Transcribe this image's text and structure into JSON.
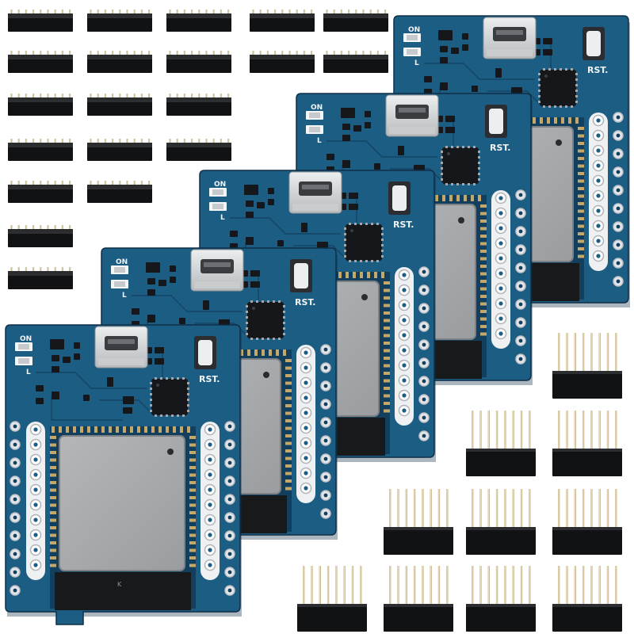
{
  "board": {
    "power_led_label": "ON",
    "user_led_label": "L",
    "reset_label": "RST.",
    "antenna_mark": "K"
  },
  "colors": {
    "background": "#ffffff",
    "pcb": "#1c5d83",
    "pcb_dark": "#123f5d",
    "pcb_edge": "#0e2f47",
    "pad": "#e3e5e8",
    "pad_ring": "#bfc3c8",
    "shield": "#a6a9ab",
    "shield_border": "#7d8184",
    "header_body": "#111213",
    "header_pin": "#c9b98f",
    "chip": "#15171a",
    "usb": "#d6d8da",
    "silk": "#f2f4f6"
  }
}
